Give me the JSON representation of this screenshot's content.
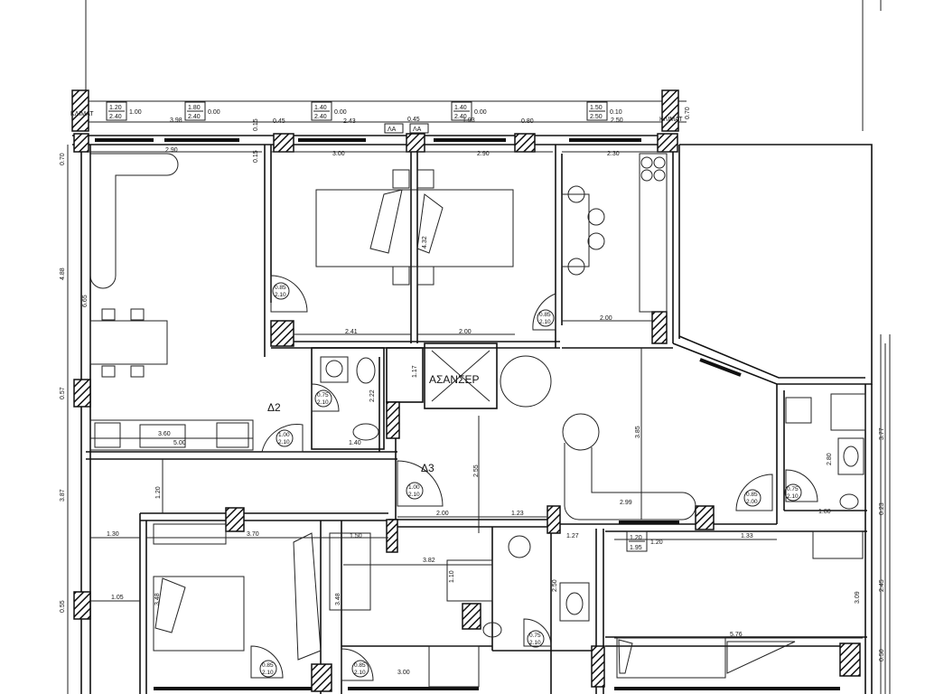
{
  "plan": {
    "elevator_label": "ΑΣΑΝΣΕΡ",
    "room_tags": [
      "Δ2",
      "Δ3"
    ],
    "small_tags": [
      "ΛΑ",
      "ΛΑ",
      "ΚΛΙΜΑΤ",
      "ΚΛΙΜΑΤ"
    ],
    "windows": [
      {
        "w": "1.20",
        "h": "2.40",
        "sill": "1.00"
      },
      {
        "w": "1.80",
        "h": "2.40",
        "sill": "0.00"
      },
      {
        "w": "1.40",
        "h": "2.40",
        "sill": "0.00"
      },
      {
        "w": "1.40",
        "h": "2.40",
        "sill": "0.00"
      },
      {
        "w": "1.50",
        "h": "2.50",
        "sill": "0.10"
      },
      {
        "w": "1.20",
        "h": "1.95",
        "sill": "1.20"
      }
    ],
    "doors": [
      {
        "w": "0.85",
        "h": "2.10"
      },
      {
        "w": "0.85",
        "h": "2.10"
      },
      {
        "w": "0.75",
        "h": "2.10"
      },
      {
        "w": "1.00",
        "h": "2.10"
      },
      {
        "w": "1.00",
        "h": "2.10"
      },
      {
        "w": "0.85",
        "h": "2.00"
      },
      {
        "w": "0.75",
        "h": "2.10"
      },
      {
        "w": "0.85",
        "h": "2.10"
      },
      {
        "w": "0.85",
        "h": "2.10"
      },
      {
        "w": "0.75",
        "h": "2.10"
      }
    ],
    "dimensions": [
      "3.98",
      "0.45",
      "2.43",
      "0.45",
      "1.93",
      "0.80",
      "2.50",
      "2.90",
      "3.00",
      "2.90",
      "2.30",
      "0.70",
      "0.70",
      "4.88",
      "6.65",
      "0.57",
      "3.87",
      "0.55",
      "2.41",
      "2.00",
      "2.00",
      "4.32",
      "1.17",
      "2.22",
      "1.40",
      "3.60",
      "5.00",
      "1.20",
      "2.55",
      "2.00",
      "1.23",
      "2.99",
      "3.85",
      "3.77",
      "2.80",
      "1.80",
      "0.23",
      "1.33",
      "1.30",
      "3.70",
      "1.05",
      "3.48",
      "3.48",
      "1.50",
      "3.82",
      "1.10",
      "1.27",
      "2.50",
      "2.45",
      "3.09",
      "5.76",
      "0.50",
      "3.00",
      "0.15",
      "0.15"
    ]
  }
}
